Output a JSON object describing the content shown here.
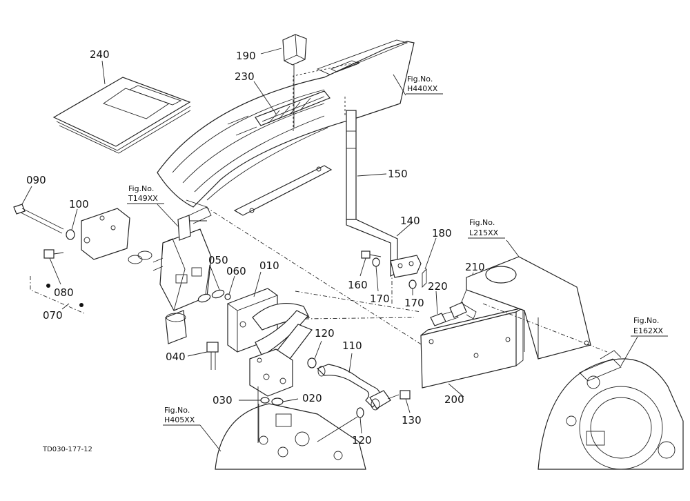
{
  "diagram": {
    "drawing_code": "TD030-177-12",
    "parts": [
      {
        "id": "p240",
        "number": "240"
      },
      {
        "id": "p190",
        "number": "190"
      },
      {
        "id": "p230",
        "number": "230"
      },
      {
        "id": "p150",
        "number": "150"
      },
      {
        "id": "p140",
        "number": "140"
      },
      {
        "id": "p180",
        "number": "180"
      },
      {
        "id": "p160",
        "number": "160"
      },
      {
        "id": "p170a",
        "number": "170"
      },
      {
        "id": "p170b",
        "number": "170"
      },
      {
        "id": "p220",
        "number": "220"
      },
      {
        "id": "p210",
        "number": "210"
      },
      {
        "id": "p090",
        "number": "090"
      },
      {
        "id": "p100",
        "number": "100"
      },
      {
        "id": "p080",
        "number": "080"
      },
      {
        "id": "p070",
        "number": "070"
      },
      {
        "id": "p050",
        "number": "050"
      },
      {
        "id": "p060",
        "number": "060"
      },
      {
        "id": "p010",
        "number": "010"
      },
      {
        "id": "p040",
        "number": "040"
      },
      {
        "id": "p120a",
        "number": "120"
      },
      {
        "id": "p110",
        "number": "110"
      },
      {
        "id": "p030",
        "number": "030"
      },
      {
        "id": "p020",
        "number": "020"
      },
      {
        "id": "p120b",
        "number": "120"
      },
      {
        "id": "p130",
        "number": "130"
      },
      {
        "id": "p200",
        "number": "200"
      }
    ],
    "references": [
      {
        "id": "rH440",
        "label": "Fig.No.",
        "code": "H440XX"
      },
      {
        "id": "rT149",
        "label": "Fig.No.",
        "code": "T149XX"
      },
      {
        "id": "rL215",
        "label": "Fig.No.",
        "code": "L215XX"
      },
      {
        "id": "rE162",
        "label": "Fig.No.",
        "code": "E162XX"
      },
      {
        "id": "rH405",
        "label": "Fig.No.",
        "code": "H405XX"
      }
    ]
  }
}
